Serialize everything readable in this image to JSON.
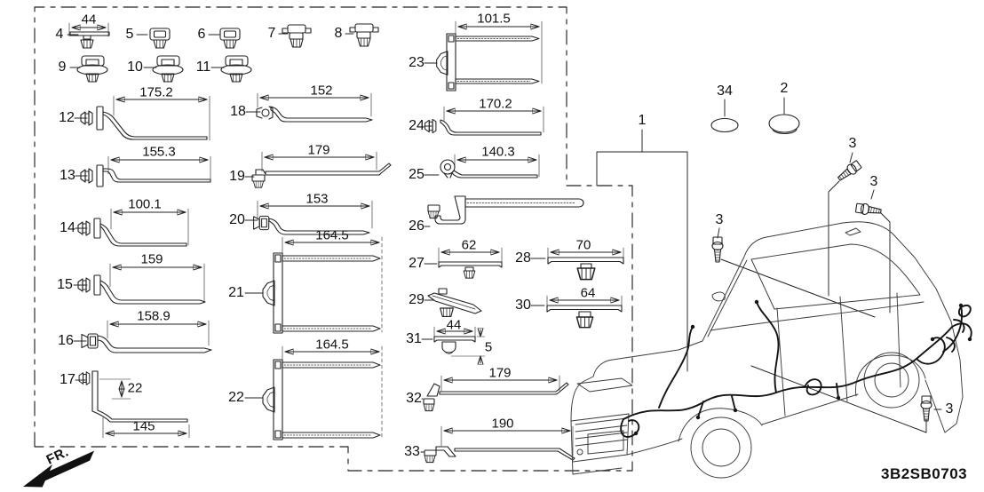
{
  "drawing_code": "3B2SB0703",
  "front_marker": "FR.",
  "items": {
    "p1": {
      "num": "1"
    },
    "p2": {
      "num": "2"
    },
    "p3": {
      "num": "3"
    },
    "p4": {
      "num": "4",
      "dim": "44"
    },
    "p5": {
      "num": "5"
    },
    "p6": {
      "num": "6"
    },
    "p7": {
      "num": "7"
    },
    "p8": {
      "num": "8"
    },
    "p9": {
      "num": "9"
    },
    "p10": {
      "num": "10"
    },
    "p11": {
      "num": "11"
    },
    "p12": {
      "num": "12",
      "dim": "175.2"
    },
    "p13": {
      "num": "13",
      "dim": "155.3"
    },
    "p14": {
      "num": "14",
      "dim": "100.1"
    },
    "p15": {
      "num": "15",
      "dim": "159"
    },
    "p16": {
      "num": "16",
      "dim": "158.9"
    },
    "p17": {
      "num": "17",
      "dim": "22",
      "dim2": "145"
    },
    "p18": {
      "num": "18",
      "dim": "152"
    },
    "p19": {
      "num": "19",
      "dim": "179"
    },
    "p20": {
      "num": "20",
      "dim": "153"
    },
    "p21": {
      "num": "21",
      "dim": "164.5"
    },
    "p22": {
      "num": "22",
      "dim": "164.5"
    },
    "p23": {
      "num": "23",
      "dim": "101.5"
    },
    "p24": {
      "num": "24",
      "dim": "170.2"
    },
    "p25": {
      "num": "25",
      "dim": "140.3"
    },
    "p26": {
      "num": "26"
    },
    "p27": {
      "num": "27",
      "dim": "62"
    },
    "p28": {
      "num": "28",
      "dim": "70"
    },
    "p29": {
      "num": "29"
    },
    "p30": {
      "num": "30",
      "dim": "64"
    },
    "p31": {
      "num": "31",
      "dim": "44",
      "dim2": "5"
    },
    "p32": {
      "num": "32",
      "dim": "179"
    },
    "p33": {
      "num": "33",
      "dim": "190"
    },
    "p34": {
      "num": "34"
    }
  }
}
